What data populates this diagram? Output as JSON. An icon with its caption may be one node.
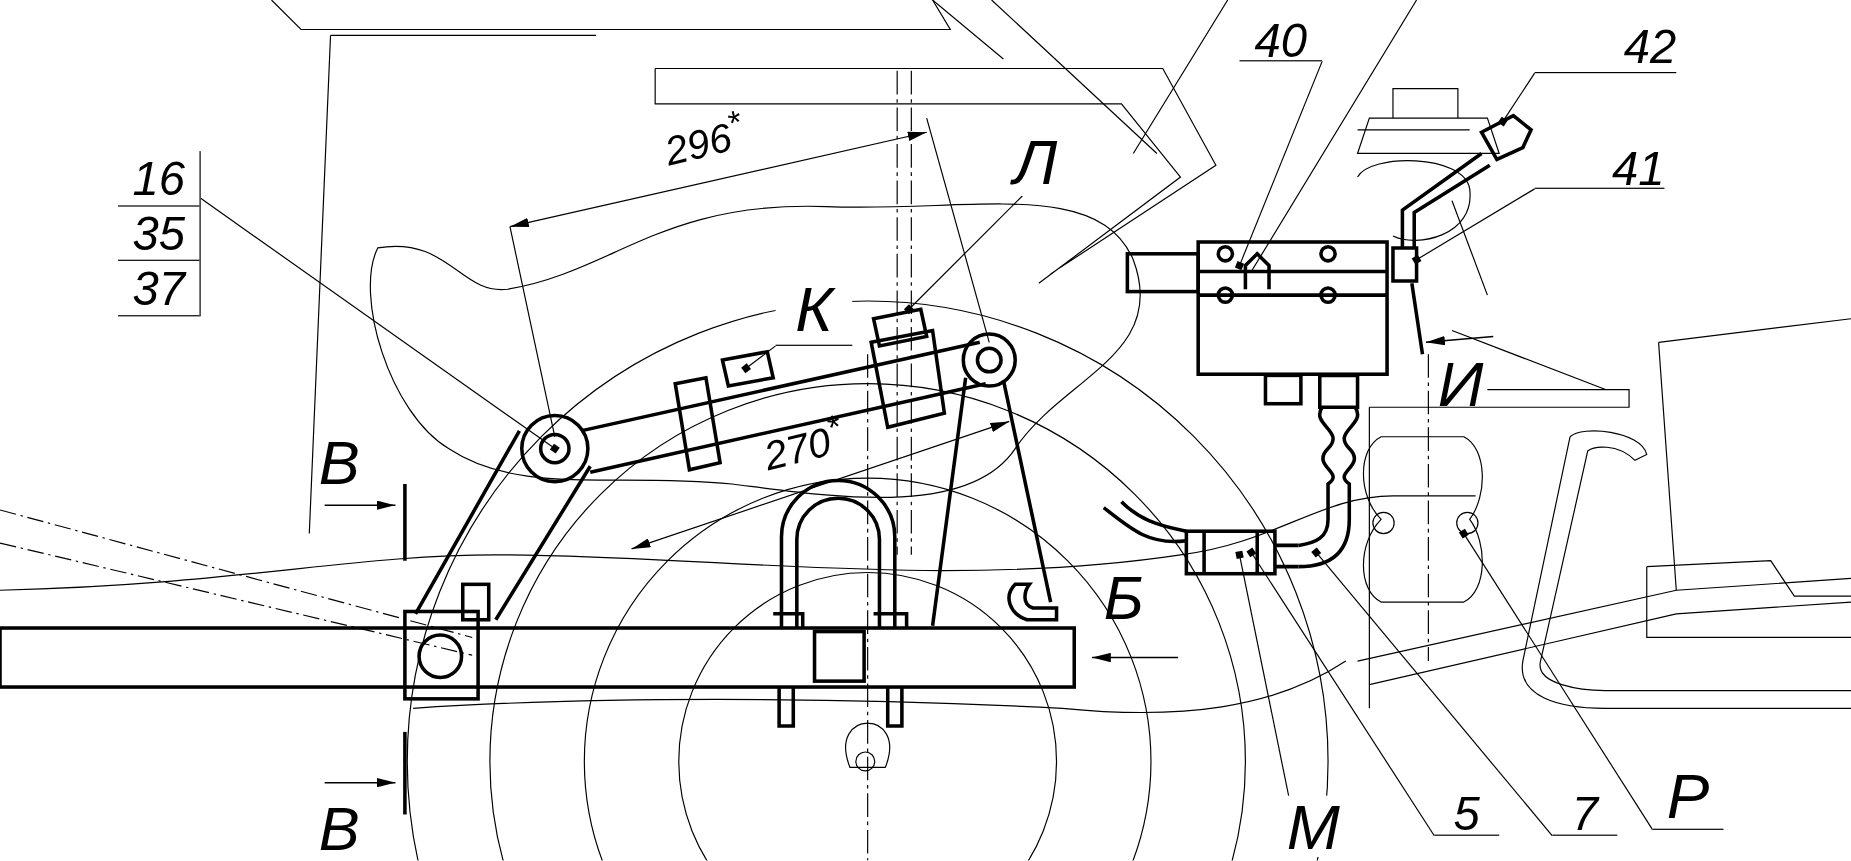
{
  "diagram": {
    "nodes": [
      {
        "text": [
          "16",
          "35",
          "37"
        ]
      },
      {
        "text": [
          "40"
        ]
      },
      {
        "text": [
          "42"
        ]
      },
      {
        "text": [
          "41"
        ]
      },
      {
        "text": [
          "Л"
        ]
      },
      {
        "text": [
          "К"
        ]
      },
      {
        "text": [
          "5"
        ]
      },
      {
        "text": [
          "7"
        ]
      },
      {
        "text": [
          "Р"
        ]
      },
      {
        "text": [
          "М"
        ]
      },
      {
        "text": [],
        "shape": "picture"
      }
    ],
    "edges": [
      {
        "from": 0,
        "to": null,
        "arrow": "other"
      },
      {
        "from": 1,
        "to": null,
        "arrow": "other"
      },
      {
        "from": 2,
        "to": 10,
        "arrow": "other"
      },
      {
        "from": 3,
        "to": 10,
        "arrow": "other"
      },
      {
        "from": 4,
        "to": null,
        "arrow": "other"
      },
      {
        "from": 5,
        "to": null,
        "arrow": "other"
      },
      {
        "from": 6,
        "to": null,
        "arrow": "other"
      },
      {
        "from": 7,
        "to": null,
        "arrow": "other"
      },
      {
        "from": 8,
        "to": null,
        "arrow": "other"
      },
      {
        "from": 9,
        "to": null,
        "arrow": "other"
      }
    ],
    "labels": [
      "296$^{*}$",
      "И",
      "270$^{*}$",
      "В",
      "Б",
      "В"
    ]
  }
}
